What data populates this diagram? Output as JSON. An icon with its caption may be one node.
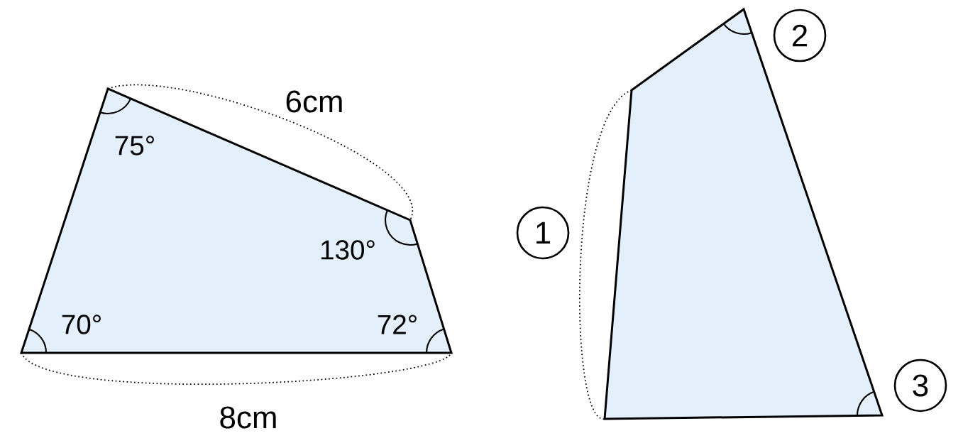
{
  "diagram": {
    "nodes": [
      {
        "text": [
          "2"
        ]
      },
      {
        "text": [
          "1"
        ]
      },
      {
        "text": [
          "3"
        ]
      }
    ],
    "labels": [
      "6cm",
      "75°",
      "130°",
      "70°",
      "72°",
      "8cm"
    ]
  }
}
